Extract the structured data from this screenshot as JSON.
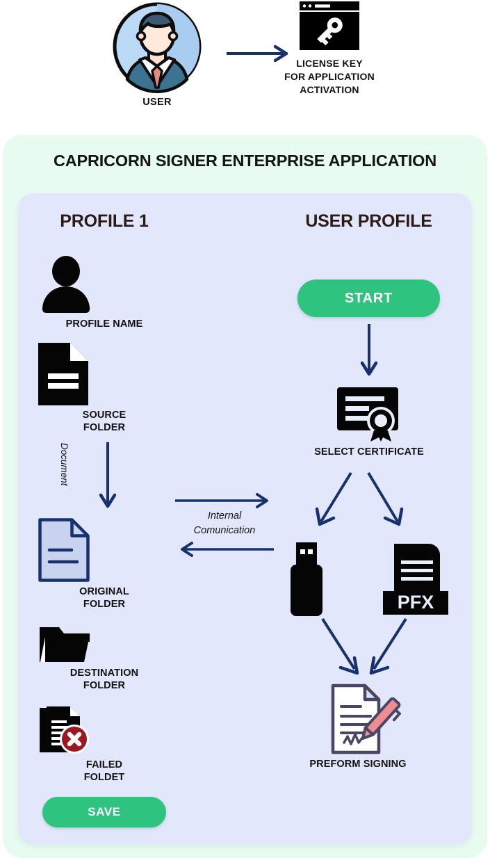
{
  "diagram": {
    "top": {
      "user_node": {
        "icon": "user-avatar-icon",
        "label": "USER"
      },
      "flow_arrow": "arrow-right-icon",
      "license_node": {
        "icon": "license-key-window-icon",
        "label_line1": "LICENSE KEY",
        "label_line2": "FOR APPLICATION",
        "label_line3": "ACTIVATION"
      }
    },
    "app": {
      "title": "CAPRICORN SIGNER ENTERPRISE APPLICATION",
      "panel_color": "#e7fbf0",
      "inner_panel_color": "#e3e7fb"
    },
    "left_column": {
      "heading": "PROFILE 1",
      "nodes": [
        {
          "icon": "person-silhouette-icon",
          "label_line1": "PROFILE NAME",
          "label_line2": ""
        },
        {
          "icon": "document-black-icon",
          "label_line1": "SOURCE",
          "label_line2": "FOLDER"
        },
        {
          "icon": "document-outline-icon",
          "label_line1": "ORIGINAL",
          "label_line2": "FOLDER"
        },
        {
          "icon": "folder-black-icon",
          "label_line1": "DESTINATION",
          "label_line2": "FOLDER"
        },
        {
          "icon": "failed-document-icon",
          "label_line1": "FAILED",
          "label_line2": "FOLDET"
        }
      ],
      "document_arrow_label": "Document",
      "save_button": "SAVE"
    },
    "middle": {
      "label_line1": "Internal",
      "label_line2": "Comunication",
      "arrow_right": "arrow-right-icon",
      "arrow_left": "arrow-left-icon"
    },
    "right_column": {
      "heading": "USER PROFILE",
      "start_button": "START",
      "certificate_node": {
        "icon": "certificate-icon",
        "label": "SELECT CERTIFICATE"
      },
      "usb_node": {
        "icon": "usb-drive-icon",
        "label": ""
      },
      "pfx_node": {
        "icon": "pfx-file-icon",
        "label": "PFX"
      },
      "signing_node": {
        "icon": "document-signing-pen-icon",
        "label": "PREFORM SIGNING"
      }
    },
    "colors": {
      "green_button": "#2ec37f",
      "arrow_navy": "#17306e",
      "outer_panel": "#e7fbf0",
      "inner_panel": "#e3e7fb",
      "title_text": "#141414",
      "heading_text": "#2b1b16",
      "red_badge": "#9e1720"
    }
  }
}
